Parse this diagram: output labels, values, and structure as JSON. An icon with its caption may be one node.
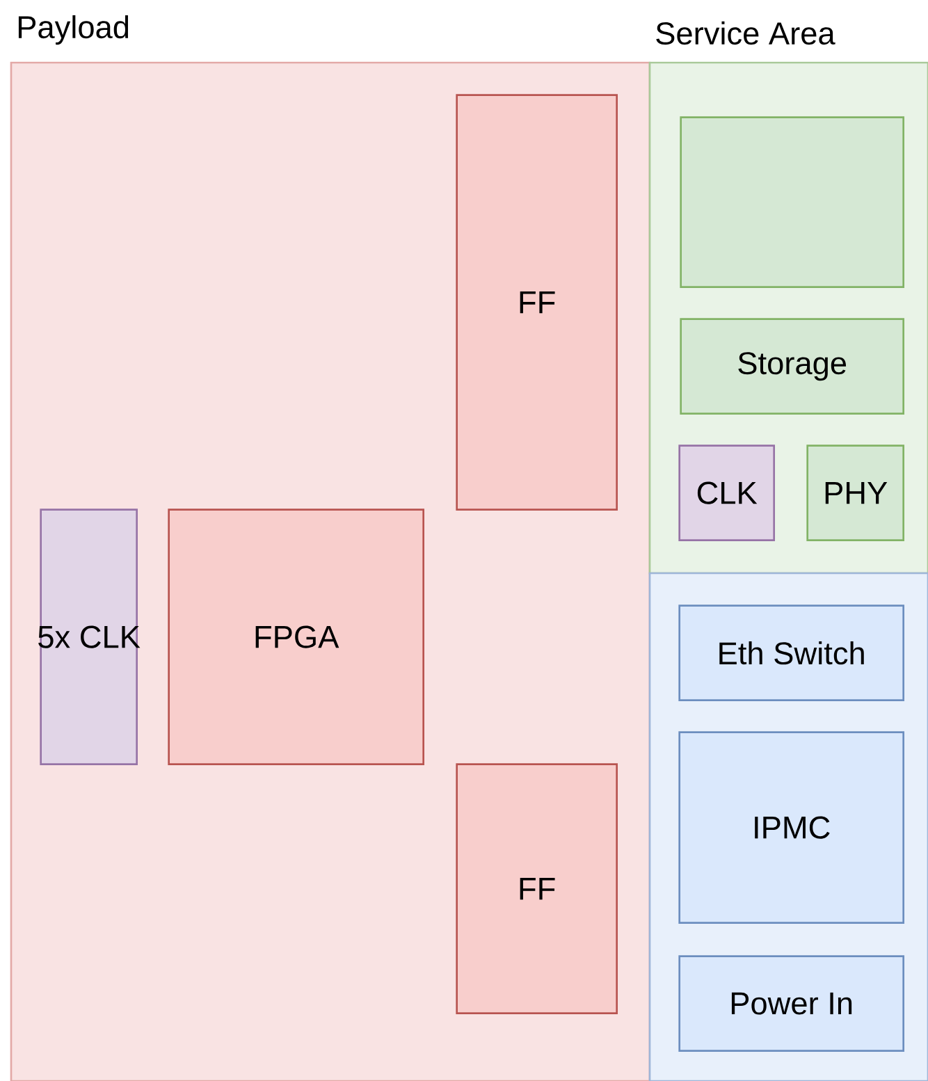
{
  "diagram": {
    "nodes": [
      {
        "text": [
          "Payload"
        ]
      },
      {
        "text": [
          "FF"
        ],
        "in": 0
      },
      {
        "text": [
          "5x CLK"
        ],
        "in": 0
      },
      {
        "text": [
          "FPGA"
        ],
        "in": 0
      },
      {
        "text": [
          "FF"
        ],
        "in": 0
      },
      {
        "text": [
          "Service Area"
        ]
      },
      {
        "text": [],
        "shape": "box",
        "in": 5
      },
      {
        "text": [
          "Storage"
        ],
        "in": 5
      },
      {
        "text": [
          "CLK"
        ],
        "in": 5
      },
      {
        "text": [
          "PHY"
        ],
        "in": 5
      },
      {
        "text": [],
        "shape": "box"
      },
      {
        "text": [
          "Eth Switch"
        ],
        "in": 10
      },
      {
        "text": [
          "IPMC"
        ],
        "in": 10
      },
      {
        "text": [
          "Power In"
        ],
        "in": 10
      }
    ],
    "edges": []
  }
}
